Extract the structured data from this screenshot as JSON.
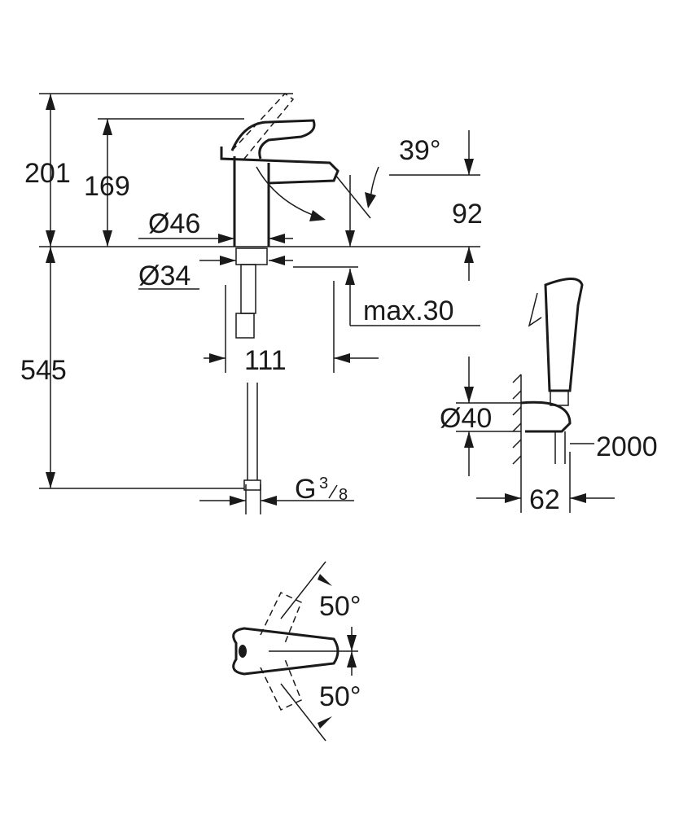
{
  "dimensions": {
    "total_height": "201",
    "spout_height": "169",
    "body_diameter": "Ø46",
    "hole_diameter": "Ø34",
    "hose_length": "545",
    "reach": "111",
    "thread": "G",
    "thread_fraction_num": "3",
    "thread_fraction_den": "8",
    "spout_angle": "39°",
    "outlet_height": "92",
    "max_thickness": "max.30",
    "holder_diameter": "Ø40",
    "shower_hose": "2000",
    "holder_depth": "62",
    "rotation_left": "50°",
    "rotation_right": "50°"
  }
}
